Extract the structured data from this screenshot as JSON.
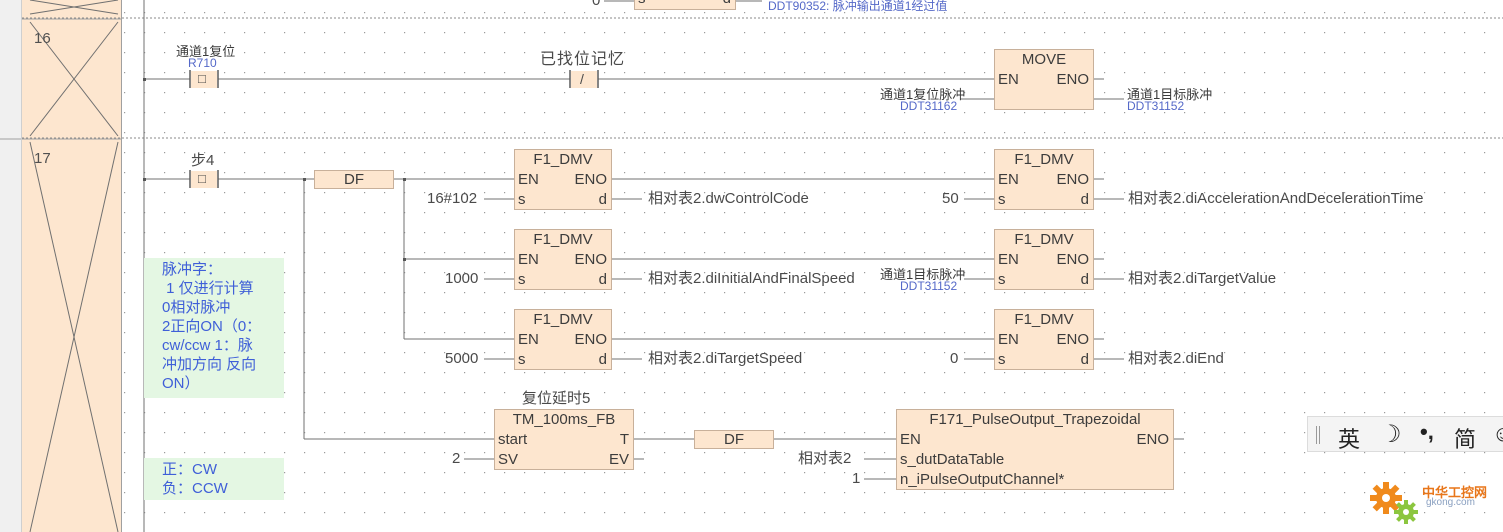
{
  "rungs": [
    {
      "number": "16"
    },
    {
      "number": "17"
    }
  ],
  "top_fragment": {
    "value": "0",
    "pin_s": "s",
    "pin_d": "d",
    "address": "DDT90352: 脉冲输出通道1经过值"
  },
  "rung16": {
    "contact1": {
      "comment": "通道1复位",
      "address": "R710",
      "symbol": "□"
    },
    "contact2": {
      "comment": "已找位记忆",
      "symbol": "/"
    },
    "move": {
      "name": "MOVE",
      "en": "EN",
      "eno": "ENO"
    },
    "input": {
      "name": "通道1复位脉冲",
      "address": "DDT31162"
    },
    "output": {
      "name": "通道1目标脉冲",
      "address": "DDT31152"
    }
  },
  "rung17": {
    "contact": {
      "comment": "步4",
      "symbol": "□"
    },
    "df_label": "DF",
    "blocks": [
      {
        "name": "F1_DMV",
        "en": "EN",
        "eno": "ENO",
        "s": "s",
        "d": "d"
      },
      {
        "name": "F1_DMV",
        "en": "EN",
        "eno": "ENO",
        "s": "s",
        "d": "d"
      },
      {
        "name": "F1_DMV",
        "en": "EN",
        "eno": "ENO",
        "s": "s",
        "d": "d"
      },
      {
        "name": "F1_DMV",
        "en": "EN",
        "eno": "ENO",
        "s": "s",
        "d": "d"
      },
      {
        "name": "F1_DMV",
        "en": "EN",
        "eno": "ENO",
        "s": "s",
        "d": "d"
      },
      {
        "name": "F1_DMV",
        "en": "EN",
        "eno": "ENO",
        "s": "s",
        "d": "d"
      }
    ],
    "inputs": [
      "16#102",
      "50",
      "1000",
      "5000",
      "0"
    ],
    "target_input": {
      "name": "通道1目标脉冲",
      "address": "DDT31152"
    },
    "outputs": [
      "相对表2.dwControlCode",
      "相对表2.diAccelerationAndDecelerationTime",
      "相对表2.diInitialAndFinalSpeed",
      "相对表2.diTargetValue",
      "相对表2.diTargetSpeed",
      "相对表2.diEnd"
    ],
    "timer": {
      "instance": "复位延时5",
      "name": "TM_100ms_FB",
      "start": "start",
      "t": "T",
      "sv": "SV",
      "ev": "EV",
      "sv_value": "2"
    },
    "pulse": {
      "name": "F171_PulseOutput_Trapezoidal",
      "en": "EN",
      "eno": "ENO",
      "p1": "s_dutDataTable",
      "p2": "n_iPulseOutputChannel*",
      "v1": "相对表2",
      "v2": "1"
    },
    "note1": [
      "脉冲字：",
      " 1 仅进行计算",
      "0相对脉冲",
      "2正向ON（0：",
      "cw/ccw 1：脉",
      "冲加方向 反向",
      "ON）"
    ],
    "note2": [
      "正：CW",
      "负：CCW"
    ]
  },
  "ime_toolbar": {
    "lang": "英",
    "moon": "☽",
    "punct": "•,",
    "simp": "简",
    "more": "☺"
  },
  "watermark": {
    "name": "中华工控网",
    "url": "gkong.com"
  }
}
